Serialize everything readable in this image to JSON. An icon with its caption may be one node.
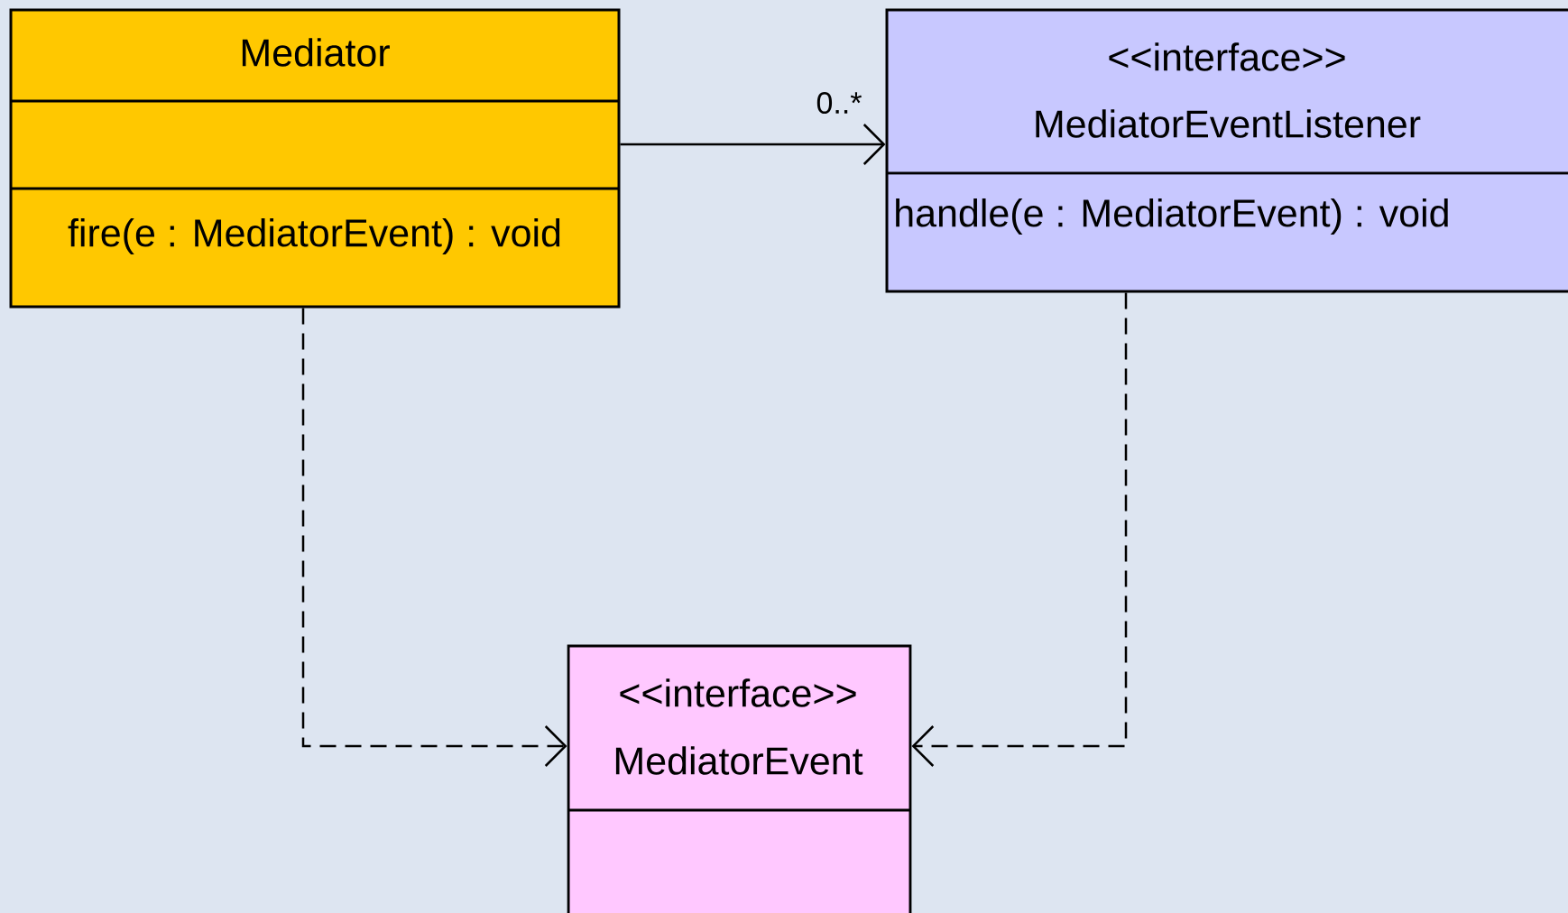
{
  "diagram": {
    "nodes": [
      {
        "text": [
          "Mediator",
          "fire(e : MediatorEvent) : void"
        ]
      },
      {
        "text": [
          "<<interface>>",
          "MediatorEventListener",
          "handle(e : MediatorEvent) : void"
        ]
      },
      {
        "text": [
          "<<interface>>",
          "MediatorEvent"
        ]
      }
    ],
    "edges": [
      {
        "from": 0,
        "to": 1,
        "arrow": "to",
        "label": "0..*"
      },
      {
        "from": 0,
        "to": 2,
        "arrow": "to",
        "style": "dashed"
      },
      {
        "from": 1,
        "to": 2,
        "arrow": "to",
        "style": "dashed"
      }
    ]
  }
}
